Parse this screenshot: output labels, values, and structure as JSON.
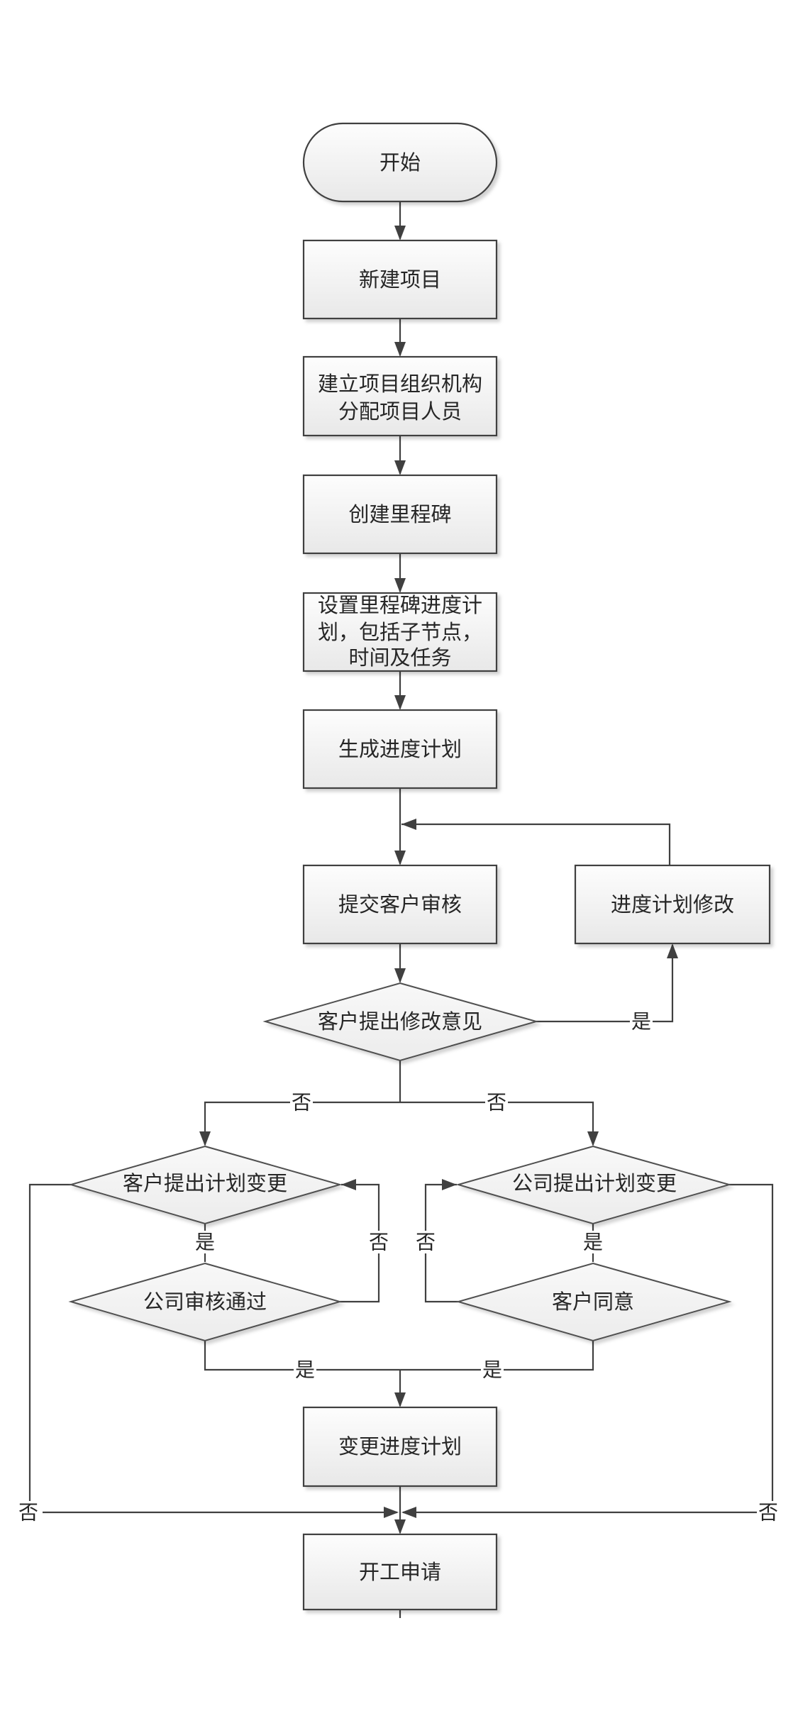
{
  "diagram": {
    "type": "flowchart",
    "nodes": {
      "start": {
        "shape": "terminator",
        "label": "开始"
      },
      "new_project": {
        "shape": "process",
        "label": "新建项目"
      },
      "org_setup": {
        "shape": "process",
        "lines": [
          "建立项目组织机构",
          "分配项目人员"
        ]
      },
      "create_milestone": {
        "shape": "process",
        "label": "创建里程碑"
      },
      "set_schedule": {
        "shape": "process",
        "lines": [
          "设置里程碑进度计",
          "划，包括子节点，",
          "时间及任务"
        ]
      },
      "gen_schedule": {
        "shape": "process",
        "label": "生成进度计划"
      },
      "submit_review": {
        "shape": "process",
        "label": "提交客户审核"
      },
      "modify_schedule": {
        "shape": "process",
        "label": "进度计划修改"
      },
      "client_feedback": {
        "shape": "decision",
        "label": "客户提出修改意见"
      },
      "client_change": {
        "shape": "decision",
        "label": "客户提出计划变更"
      },
      "company_approve": {
        "shape": "decision",
        "label": "公司审核通过"
      },
      "company_change": {
        "shape": "decision",
        "label": "公司提出计划变更"
      },
      "client_agree": {
        "shape": "decision",
        "label": "客户同意"
      },
      "change_schedule": {
        "shape": "process",
        "label": "变更进度计划"
      },
      "start_work": {
        "shape": "process",
        "label": "开工申请"
      }
    },
    "edge_labels": {
      "yes": "是",
      "no": "否"
    },
    "edges": [
      {
        "from": "start",
        "to": "new_project",
        "label": ""
      },
      {
        "from": "new_project",
        "to": "org_setup",
        "label": ""
      },
      {
        "from": "org_setup",
        "to": "create_milestone",
        "label": ""
      },
      {
        "from": "create_milestone",
        "to": "set_schedule",
        "label": ""
      },
      {
        "from": "set_schedule",
        "to": "gen_schedule",
        "label": ""
      },
      {
        "from": "gen_schedule",
        "to": "submit_review",
        "label": ""
      },
      {
        "from": "submit_review",
        "to": "client_feedback",
        "label": ""
      },
      {
        "from": "client_feedback",
        "to": "modify_schedule",
        "label": "是"
      },
      {
        "from": "modify_schedule",
        "to": "submit_review",
        "label": ""
      },
      {
        "from": "client_feedback",
        "to": "client_change",
        "label": "否"
      },
      {
        "from": "client_feedback",
        "to": "company_change",
        "label": "否"
      },
      {
        "from": "client_change",
        "to": "company_approve",
        "label": "是"
      },
      {
        "from": "company_approve",
        "to": "client_change",
        "label": "否"
      },
      {
        "from": "company_change",
        "to": "client_agree",
        "label": "是"
      },
      {
        "from": "client_agree",
        "to": "company_change",
        "label": "否"
      },
      {
        "from": "company_approve",
        "to": "change_schedule",
        "label": "是"
      },
      {
        "from": "client_agree",
        "to": "change_schedule",
        "label": "是"
      },
      {
        "from": "change_schedule",
        "to": "start_work",
        "label": ""
      },
      {
        "from": "client_change",
        "to": "start_work",
        "label": "否"
      },
      {
        "from": "company_change",
        "to": "start_work",
        "label": "否"
      }
    ]
  }
}
